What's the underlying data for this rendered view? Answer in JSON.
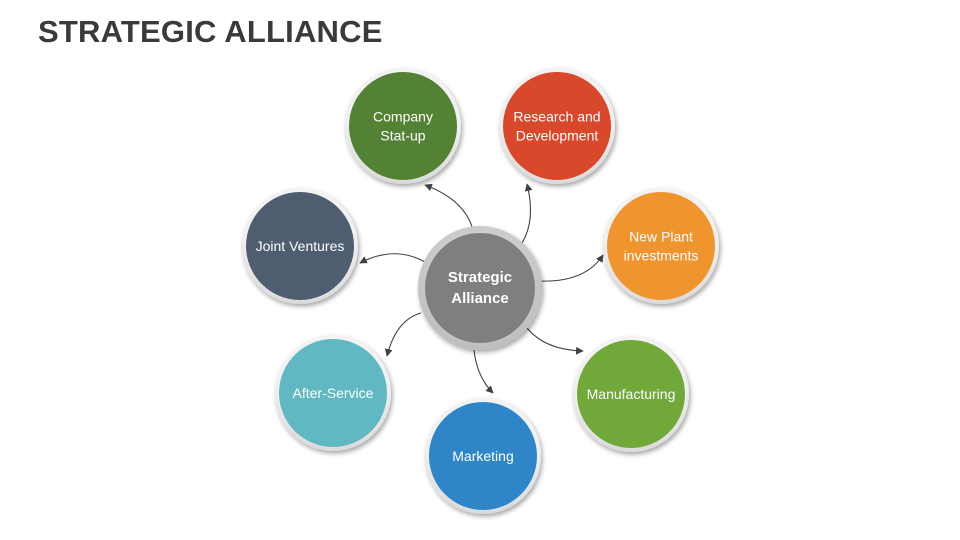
{
  "title": "STRATEGIC ALLIANCE",
  "center": {
    "label_lines": [
      "Strategic",
      "Alliance"
    ],
    "color": "#7f7f7f"
  },
  "nodes": [
    {
      "id": "company-startup",
      "label_lines": [
        "Company",
        "Stat-up"
      ],
      "color": "#548235"
    },
    {
      "id": "research-development",
      "label_lines": [
        "Research and",
        "Development"
      ],
      "color": "#d9482b"
    },
    {
      "id": "new-plant-investments",
      "label_lines": [
        "New Plant",
        "investments"
      ],
      "color": "#f0942e"
    },
    {
      "id": "manufacturing",
      "label_lines": [
        "Manufacturing"
      ],
      "color": "#71a83a"
    },
    {
      "id": "marketing",
      "label_lines": [
        "Marketing"
      ],
      "color": "#2e86c9"
    },
    {
      "id": "after-service",
      "label_lines": [
        "After-Service"
      ],
      "color": "#5fb8c2"
    },
    {
      "id": "joint-ventures",
      "label_lines": [
        "Joint Ventures"
      ],
      "color": "#4e5d70"
    }
  ]
}
